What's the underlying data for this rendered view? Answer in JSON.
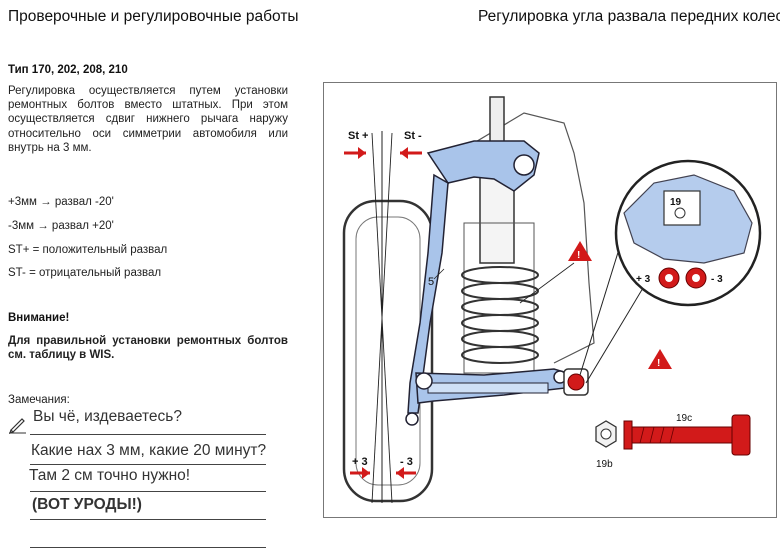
{
  "header": {
    "left_title": "Проверочные и регулировочные работы",
    "right_title": "Регулировка угла развала передних колес"
  },
  "section": {
    "type_title": "Тип 170, 202, 208, 210",
    "paragraph": "Регулировка осуществляется путем установки ремонтных болтов вместо штатных. При этом осуществляется сдвиг нижнего рычага наружу относительно оси симметрии автомобиля или внутрь на 3 мм.",
    "items": [
      "+3мм → развал -20'",
      "-3мм → развал +20'",
      "ST+ = положительный развал",
      "ST- = отрицательный развал"
    ],
    "attention_title": "Внимание!",
    "attention_text": "Для правильной установки ремонтных болтов см. таблицу в WIS.",
    "remarks_label": "Замечания:"
  },
  "notes": {
    "icon": "pen-icon",
    "lines": [
      "Вы чё, издеваетесь?",
      "Какие нах 3 мм, какие 20 минут?",
      "Там 2 см точно нужно!",
      "(ВОТ УРОДЫ!)"
    ]
  },
  "figure": {
    "labels": {
      "st_plus": "St +",
      "st_minus": "St -",
      "plus3_bottom": "+ 3",
      "minus3_bottom": "- 3",
      "part5": "5",
      "part19": "19",
      "plus3_inset": "+ 3",
      "minus3_inset": "- 3",
      "part19c": "19c",
      "part19b": "19b"
    },
    "colors": {
      "accent_red": "#d21a1a",
      "arm_blue": "#a9c4ea",
      "line_dark": "#222222"
    }
  }
}
